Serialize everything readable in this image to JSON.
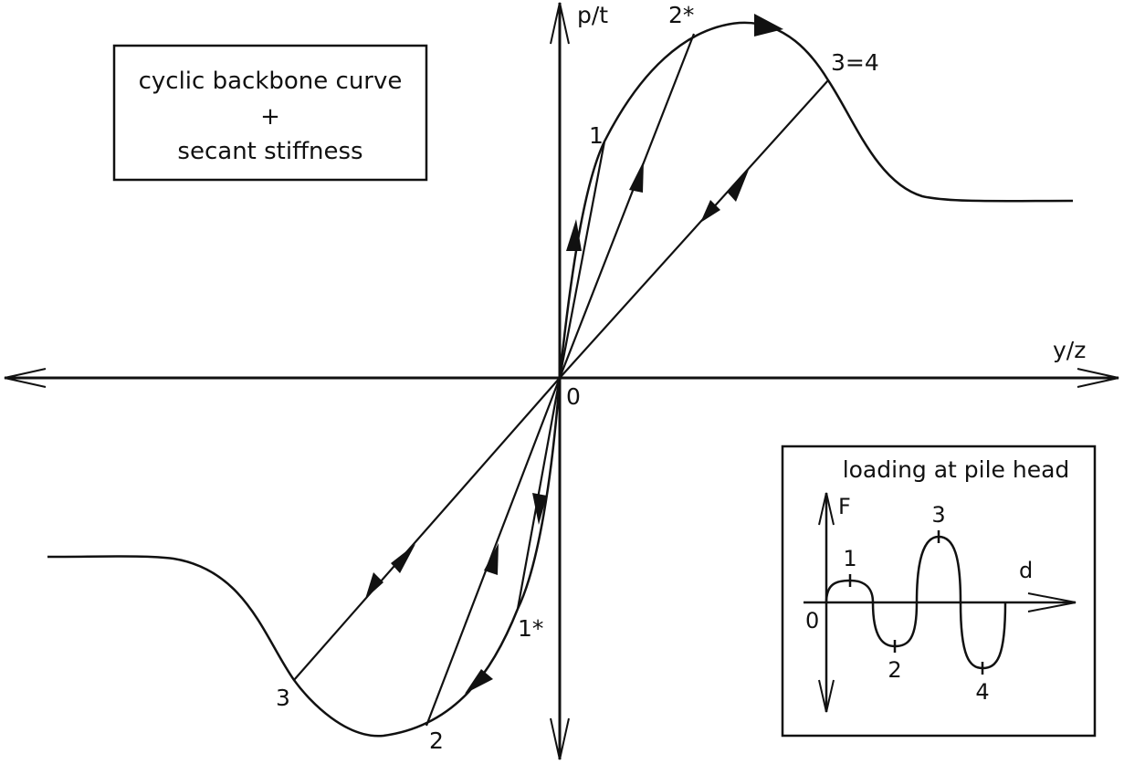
{
  "axes": {
    "x_label": "y/z",
    "y_label": "p/t",
    "origin": "0"
  },
  "points": {
    "p1": "1",
    "p2_star": "2*",
    "p3_eq_4": "3=4",
    "p1_star": "1*",
    "p2": "2",
    "p3": "3"
  },
  "legend_box": {
    "line1": "cyclic backbone curve",
    "line2": "+",
    "line3": "secant stiffness"
  },
  "inset": {
    "title": "loading at pile head",
    "y_label": "F",
    "x_label": "d",
    "origin": "0",
    "marks": [
      "1",
      "2",
      "3",
      "4"
    ]
  },
  "colors": {
    "stroke": "#111111",
    "background": "#ffffff"
  }
}
